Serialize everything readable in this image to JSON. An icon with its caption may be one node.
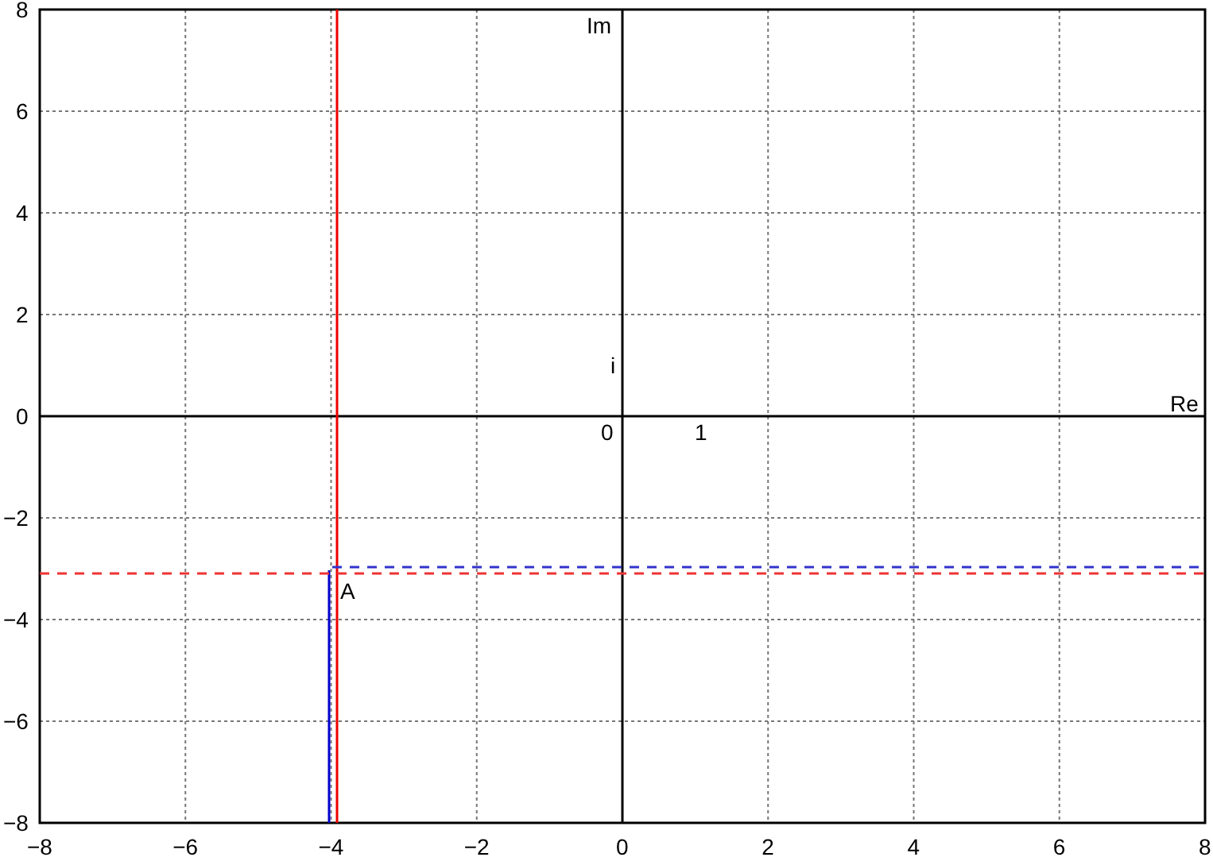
{
  "diagram": {
    "labels": [
      "8",
      "Im",
      "6",
      "4",
      "2",
      "i",
      "Re",
      "0",
      "0",
      "1",
      "−2",
      "A",
      "−4",
      "−6",
      "−8",
      "−8",
      "−6",
      "−4",
      "−2",
      "0",
      "2",
      "4",
      "6",
      "8"
    ]
  }
}
